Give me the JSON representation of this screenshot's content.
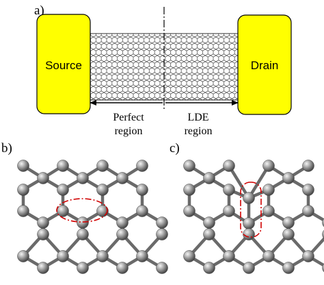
{
  "panels": {
    "a": "a)",
    "b": "b)",
    "c": "c)"
  },
  "device": {
    "source_label": "Source",
    "drain_label": "Drain",
    "electrode_color": "#ffff00",
    "region_left": [
      "Perfect",
      "region"
    ],
    "region_right": [
      "LDE",
      "region"
    ]
  },
  "lattice": {
    "atom_color": "#9a9a9a",
    "highlight_color": "#d00000"
  }
}
